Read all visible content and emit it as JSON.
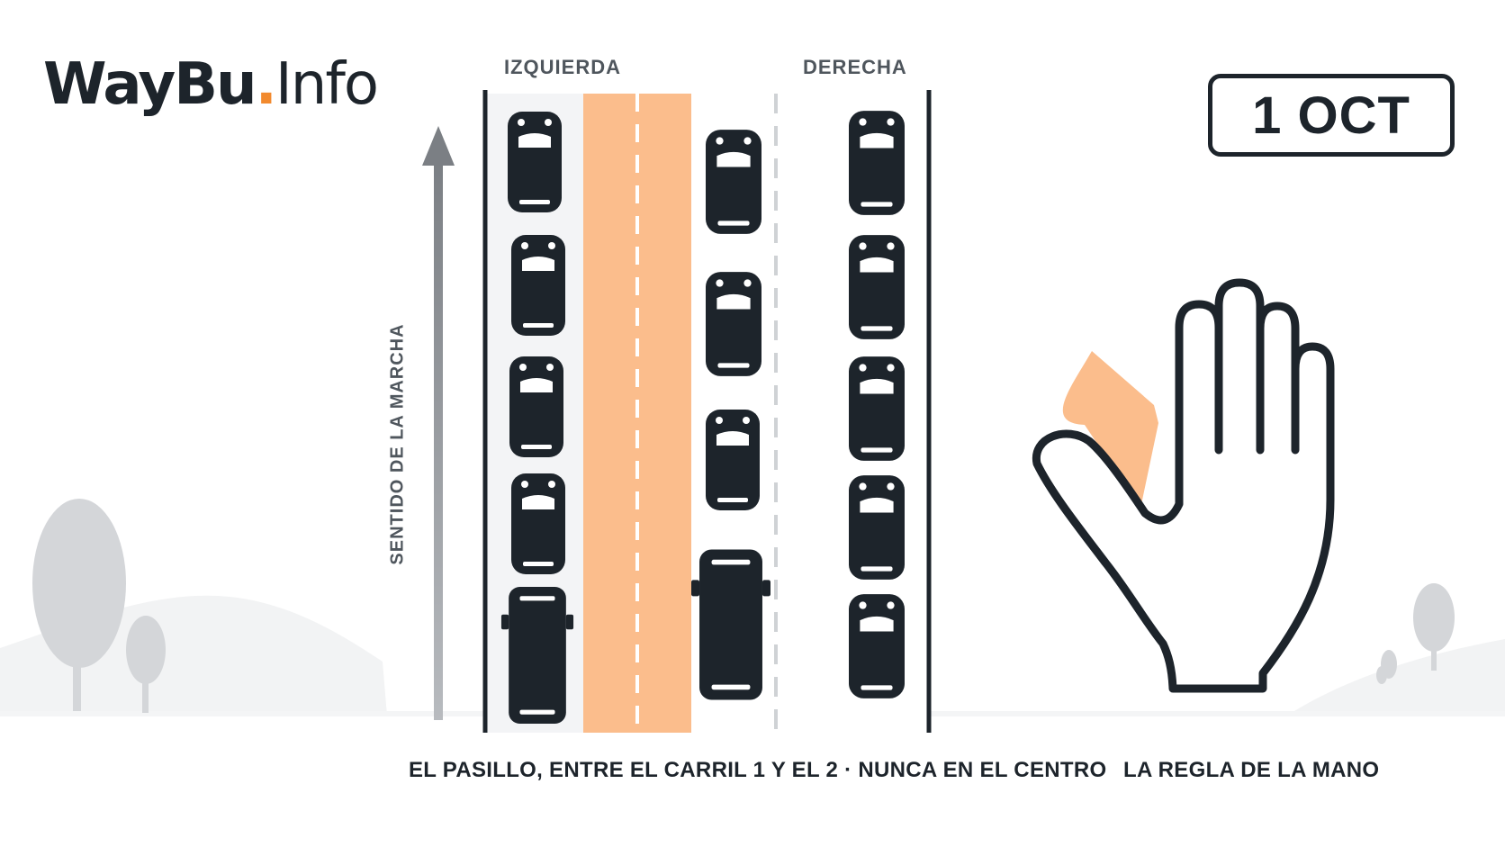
{
  "logo": {
    "bold": "WayBu",
    "dot": ".",
    "light": "Info"
  },
  "lanes": {
    "left_label": "IZQUIERDA",
    "right_label": "DERECHA"
  },
  "date_badge": "1 OCT",
  "direction_label": "SENTIDO DE LA MARCHA",
  "captions": {
    "corridor": "EL PASILLO, ENTRE EL CARRIL 1 Y EL 2 · NUNCA EN EL CENTRO",
    "hand_rule": "LA REGLA DE LA MANO"
  },
  "icons": [
    "car-icon",
    "van-icon",
    "direction-arrow-icon",
    "hand-icon",
    "tree-icon"
  ],
  "colors": {
    "ink": "#1d242b",
    "accent_orange": "#f28a2e",
    "corridor_orange": "#fbbd8c",
    "gray_label": "#4f565d",
    "arrow_gray": "#888c91",
    "tree_gray": "#d4d6d9",
    "hill_gray": "#f2f3f4"
  }
}
